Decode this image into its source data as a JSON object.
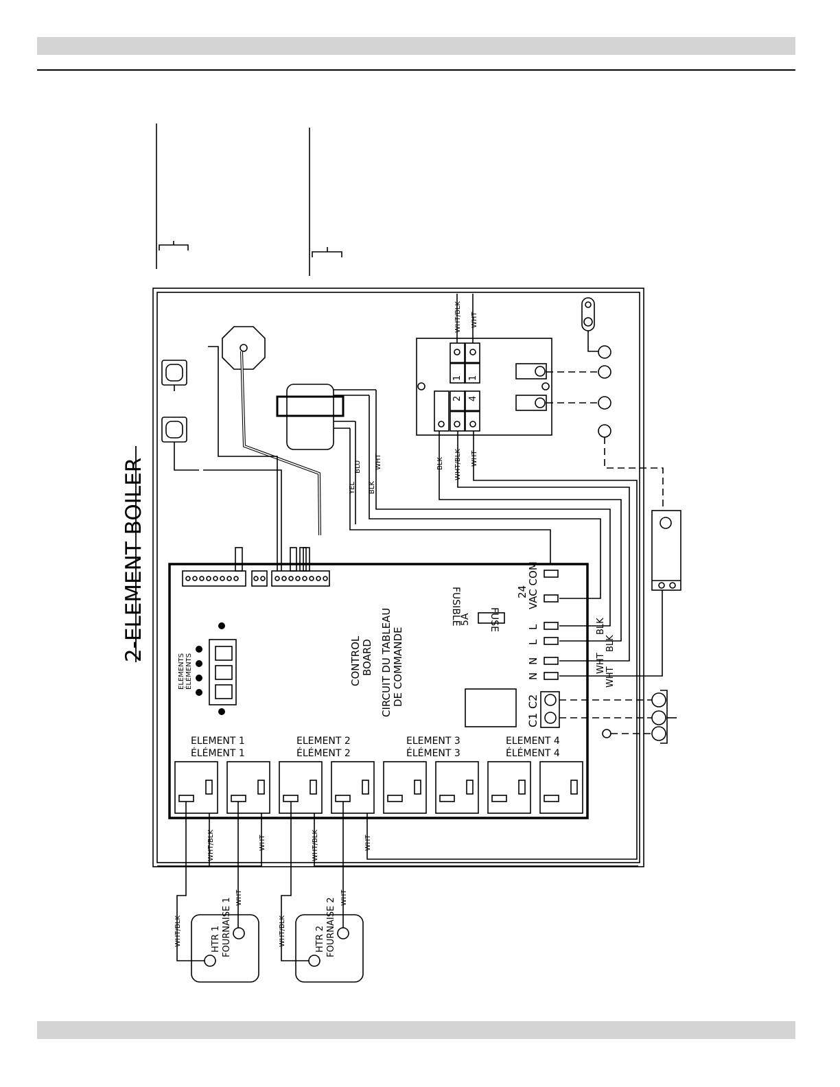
{
  "title": "2-ELEMENT BOILER",
  "board": {
    "title_en_1": "CONTROL",
    "title_en_2": "BOARD",
    "title_fr_1": "CIRCUIT DU TABLEAU",
    "title_fr_2": "DE COMMANDE",
    "elements_en": "ELEMENTS",
    "elements_fr": "ÉLÉMENTS",
    "fuse_rating": "5A",
    "fuse_en": "FUSE",
    "fuse_fr": "FUSIBLE",
    "vac_top": "24",
    "vac_bottom": "VAC COM",
    "terminals": [
      "L",
      "L",
      "N",
      "N"
    ],
    "c_terminals": [
      "C1",
      "C2"
    ]
  },
  "element_labels": [
    {
      "en": "ELEMENT  1",
      "fr": "ÉLÉMENT  1"
    },
    {
      "en": "ELEMENT  2",
      "fr": "ÉLÉMENT  2"
    },
    {
      "en": "ELEMENT  3",
      "fr": "ÉLÉMENT  3"
    },
    {
      "en": "ELEMENT  4",
      "fr": "ÉLÉMENT  4"
    }
  ],
  "heaters": [
    {
      "label": "HTR  1",
      "label_fr": "FOURNAISE  1"
    },
    {
      "label": "HTR  2",
      "label_fr": "FOURNAISE  2"
    }
  ],
  "terminal_block": {
    "positions": [
      "1",
      "1",
      "2",
      "4"
    ]
  },
  "wires": {
    "wht_blk": "WHT/BLK",
    "wht": "WHT",
    "blk": "BLK",
    "blu": "BLU",
    "yel": "YEL"
  }
}
